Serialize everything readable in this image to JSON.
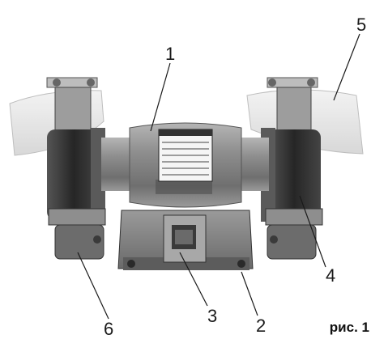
{
  "callouts": [
    {
      "number": "1"
    },
    {
      "number": "2"
    },
    {
      "number": "3"
    },
    {
      "number": "4"
    },
    {
      "number": "5"
    },
    {
      "number": "6"
    }
  ],
  "caption": "рис. 1",
  "colors": {
    "motor_body": "#8c8c8c",
    "stone": "#2e2e2e",
    "guard": "#e8e8e8",
    "base": "#7a7a7a",
    "leader_line": "#1a1a1a"
  }
}
